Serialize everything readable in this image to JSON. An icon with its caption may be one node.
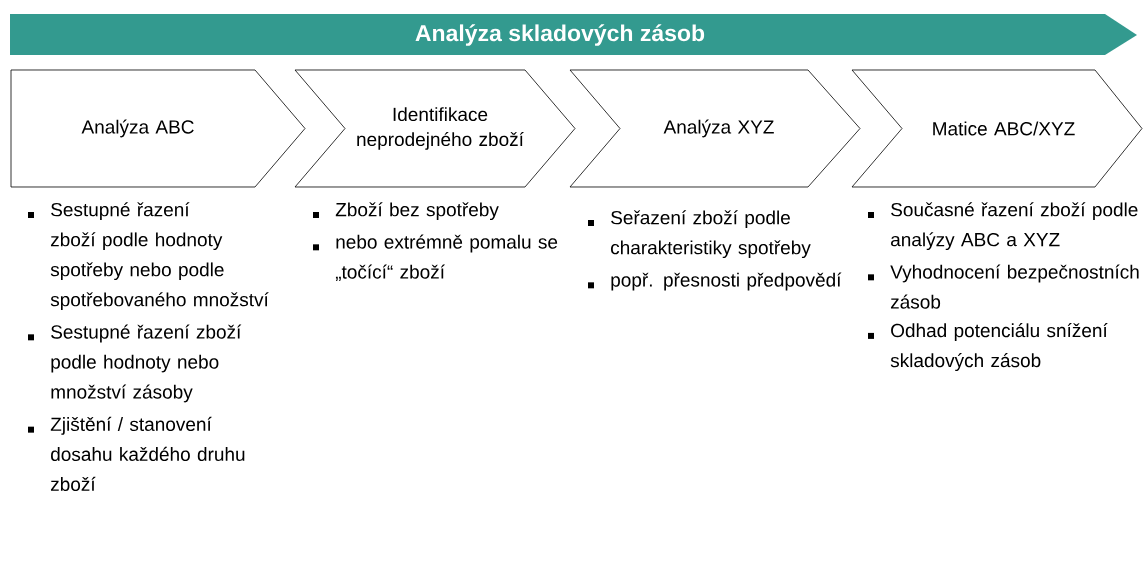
{
  "diagram": {
    "nodes": [
      {
        "text": [
          "Analýza skladových zásob"
        ]
      },
      {
        "text": [
          "Analýza ABC"
        ],
        "beside": [
          "Sestupné řazení zboží podle hodnoty spotřeby nebo podle spotřebovaného množství",
          "Sestupné řazení zboží podle hodnoty nebo množství zásoby",
          "Zjištění / stanovení dosahu každého druhu zboží"
        ]
      },
      {
        "text": [
          "Identifikace neprodejného zboží"
        ],
        "beside": [
          "Zboží bez spotřeby",
          "nebo extrémně pomalu se „točící“ zboží"
        ]
      },
      {
        "text": [
          "Analýza XYZ"
        ],
        "beside": [
          "Seřazení zboží podle charakteristiky spotřeby",
          "popř. přesnosti předpovědí"
        ]
      },
      {
        "text": [
          "Matice ABC/XYZ"
        ],
        "beside": [
          "Současné řazení zboží podle analýzy ABC a XYZ",
          "Vyhodnocení bezpečnostních zásob",
          "Odhad potenciálu snížení skladových zásob"
        ]
      }
    ]
  }
}
